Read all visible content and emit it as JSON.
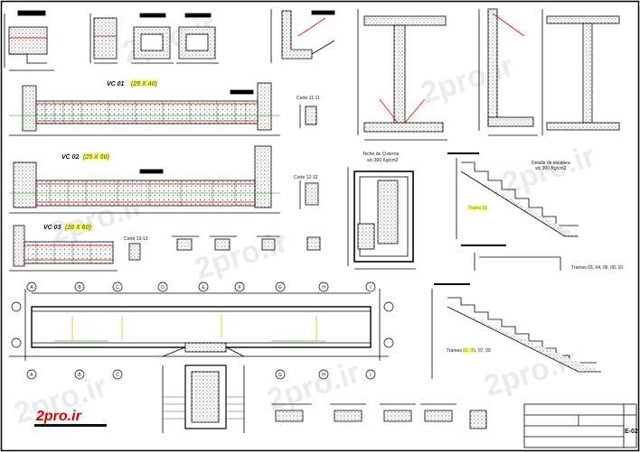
{
  "beam_titles": {
    "vc01": "VC 01",
    "vc01_dim": "(25 X 40)",
    "vc02": "VC 02",
    "vc02_dim": "(25 X 50)",
    "vc03": "VC 03",
    "vc03_dim": "(20 X 60)"
  },
  "sections": {
    "corte_11": "Corte 11-11",
    "corte_12": "Corte 12-12",
    "corte_13": "Corte 13-13"
  },
  "cistern": {
    "title": "Techo de Cisterna",
    "load": "s/c 300 Kg/cm2"
  },
  "stair": {
    "title": "Detalle de escalera",
    "load": "s/c 300 Kg/cm2",
    "tramo_01": "Tramo 01",
    "tramos_a": "Tramos 03, 04, 06, 08, 10",
    "tramos_b": "Tramos 02, 05, 07, 09"
  },
  "grid_letters": [
    "A",
    "B",
    "C",
    "D",
    "E",
    "F",
    "G",
    "H",
    "I"
  ],
  "title_block": {
    "sheet": "E-02"
  },
  "logo": "2pro.ir",
  "watermark": "2pro.ir"
}
